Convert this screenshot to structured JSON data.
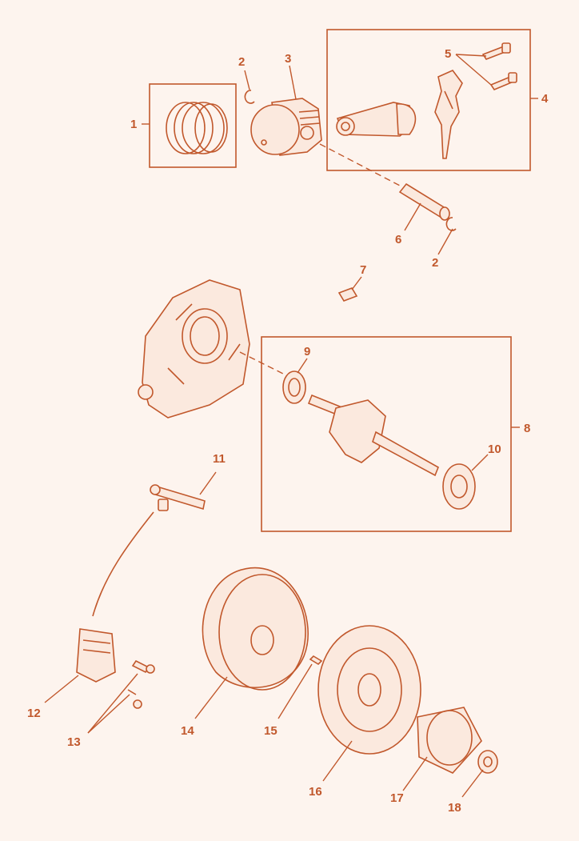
{
  "colors": {
    "ink": "#c1582c",
    "fill": "#fbe9de",
    "background": "#fdf4ee"
  },
  "callouts": {
    "c1": "1",
    "c2a": "2",
    "c3": "3",
    "c4": "4",
    "c5": "5",
    "c2b": "2",
    "c6": "6",
    "c7": "7",
    "c8": "8",
    "c9": "9",
    "c10": "10",
    "c11": "11",
    "c12": "12",
    "c13": "13",
    "c14": "14",
    "c15": "15",
    "c16": "16",
    "c17": "17",
    "c18": "18"
  }
}
